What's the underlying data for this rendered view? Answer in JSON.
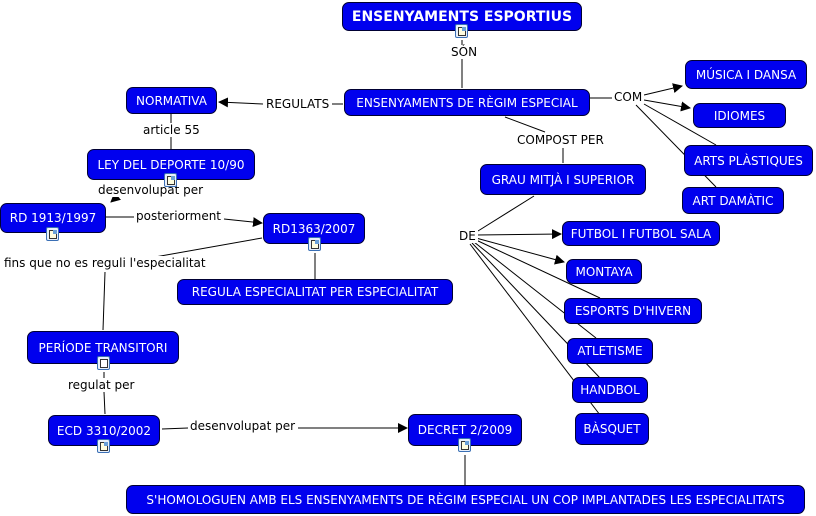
{
  "colors": {
    "node_fill": "#0000ee",
    "node_text": "#ffffff",
    "line": "#000000"
  },
  "nodes": {
    "ensenyaments_esportius": "ENSENYAMENTS ESPORTIUS",
    "regim_especial": "ENSENYAMENTS DE RÈGIM ESPECIAL",
    "normativa": "NORMATIVA",
    "ley_deporte": "LEY DEL DEPORTE 10/90",
    "rd_1913": "RD 1913/1997",
    "rd_1363": "RD1363/2007",
    "regula_especialitat": "REGULA ESPECIALITAT PER ESPECIALITAT",
    "periode_transitori": "PERÍODE TRANSITORI",
    "ecd_3310": "ECD 3310/2002",
    "decret_2009": "DECRET 2/2009",
    "homologuen": "S'HOMOLOGUEN AMB ELS ENSENYAMENTS DE RÈGIM ESPECIAL UN COP IMPLANTADES LES ESPECIALITATS",
    "musica_dansa": "MÚSICA I DANSA",
    "idiomes": "IDIOMES",
    "arts_plastiques": "ARTS PLÀSTIQUES",
    "art_dramatic": "ART DAMÀTIC",
    "grau": "GRAU MITJÀ I SUPERIOR",
    "futbol": "FUTBOL I FUTBOL SALA",
    "montaya": "MONTAYA",
    "esports_hivern": "ESPORTS D'HIVERN",
    "atletisme": "ATLETISME",
    "handbol": "HANDBOL",
    "basquet": "BÀSQUET"
  },
  "links": {
    "son": "SÓN",
    "regulats": "REGULATS",
    "article_55": "article 55",
    "desenvolupat_per_1": "desenvolupat per",
    "posteriorment": "posteriorment",
    "fins_que": "fins que no es reguli l'especialitat",
    "regulat_per": "regulat per",
    "desenvolupat_per_2": "desenvolupat per",
    "com": "COM",
    "compost_per": "COMPOST PER",
    "de": "DE"
  },
  "resources": {
    "ensenyaments_esportius": "document-icon",
    "ley_deporte": "document-icon",
    "rd_1913": "document-icon",
    "rd_1363": "document-icon",
    "periode_transitori": "concept-map-icon",
    "ecd_3310": "document-icon",
    "decret_2009": "document-icon"
  }
}
